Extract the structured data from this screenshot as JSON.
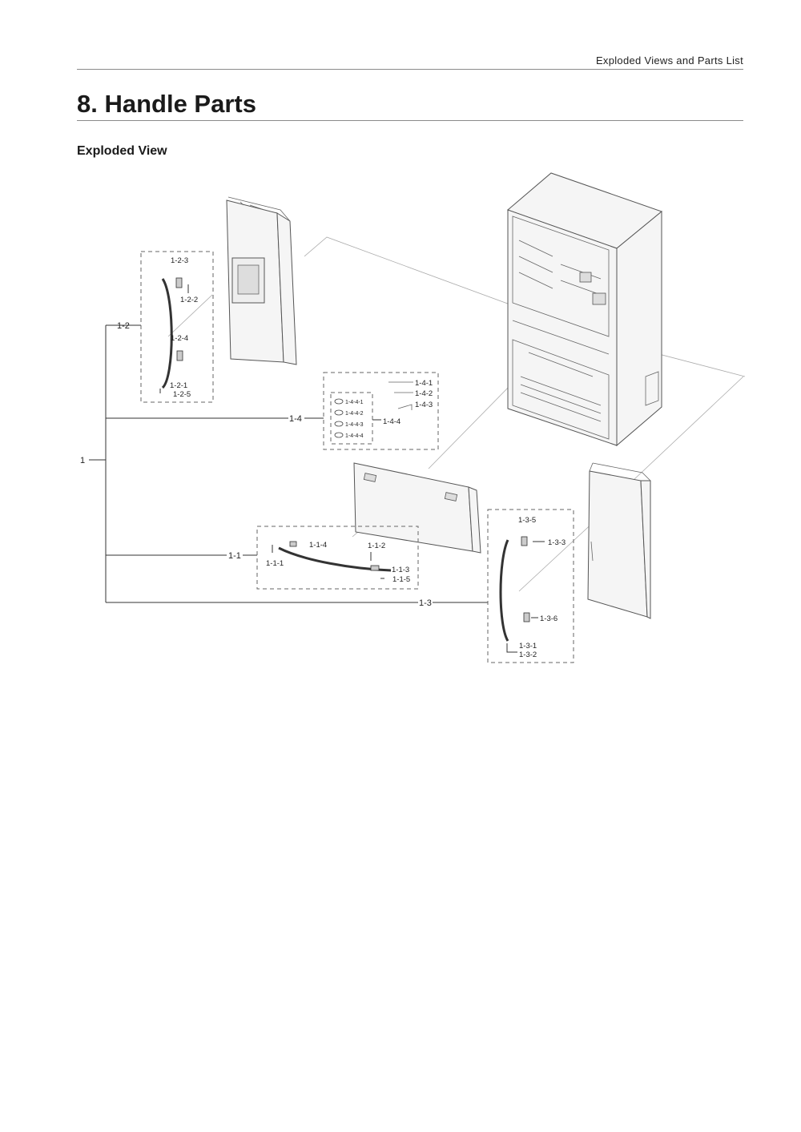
{
  "header": {
    "running_title": "Exploded Views and Parts List"
  },
  "page": {
    "title": "8.  Handle Parts",
    "section": "Exploded View"
  },
  "diagram": {
    "assembly": "1",
    "groups": [
      {
        "id": "1-2",
        "parts": [
          "1-2-3",
          "1-2-2",
          "1-2-4",
          "1-2-1",
          "1-2-5"
        ]
      },
      {
        "id": "1-4",
        "parts": [
          "1-4-1",
          "1-4-2",
          "1-4-3",
          "1-4-4"
        ],
        "subparts": [
          "1-4-4-1",
          "1-4-4-2",
          "1-4-4-3",
          "1-4-4-4"
        ]
      },
      {
        "id": "1-1",
        "parts": [
          "1-1-4",
          "1-1-2",
          "1-1-1",
          "1-1-3",
          "1-1-5"
        ]
      },
      {
        "id": "1-3",
        "parts": [
          "1-3-5",
          "1-3-3",
          "1-3-6",
          "1-3-1",
          "1-3-2"
        ]
      }
    ]
  }
}
